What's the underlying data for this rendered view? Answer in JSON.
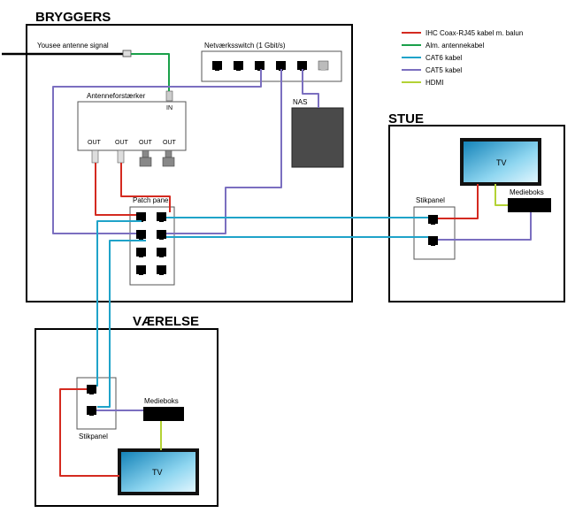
{
  "rooms": {
    "bryggers": "BRYGGERS",
    "stue": "STUE",
    "vaerelse": "VÆRELSE"
  },
  "labels": {
    "antenna_signal": "Yousee antenne signal",
    "switch": "Netværksswitch (1 Gbit/s)",
    "amplifier": "Antenneforstærker",
    "amp_in": "IN",
    "amp_out": "OUT",
    "nas": "NAS",
    "patch_panel": "Patch panel",
    "stue_stikpanel": "Stikpanel",
    "stue_mediaboks": "Medieboks",
    "stue_tv": "TV",
    "vaer_stikpanel": "Stikpanel",
    "vaer_mediaboks": "Medieboks",
    "vaer_tv": "TV"
  },
  "legend": [
    {
      "label": "IHC Coax-RJ45 kabel m. balun",
      "color": "#d42a20"
    },
    {
      "label": "Alm. antennekabel",
      "color": "#1aa04a"
    },
    {
      "label": "CAT6 kabel",
      "color": "#1fa3c9"
    },
    {
      "label": "CAT5 kabel",
      "color": "#7b6fc0"
    },
    {
      "label": "HDMI",
      "color": "#b3d235"
    }
  ],
  "colors": {
    "red": "#d42a20",
    "green": "#1aa04a",
    "cyan": "#1fa3c9",
    "purple": "#7b6fc0",
    "hdmi": "#b3d235",
    "nas": "#4a4a4a"
  }
}
